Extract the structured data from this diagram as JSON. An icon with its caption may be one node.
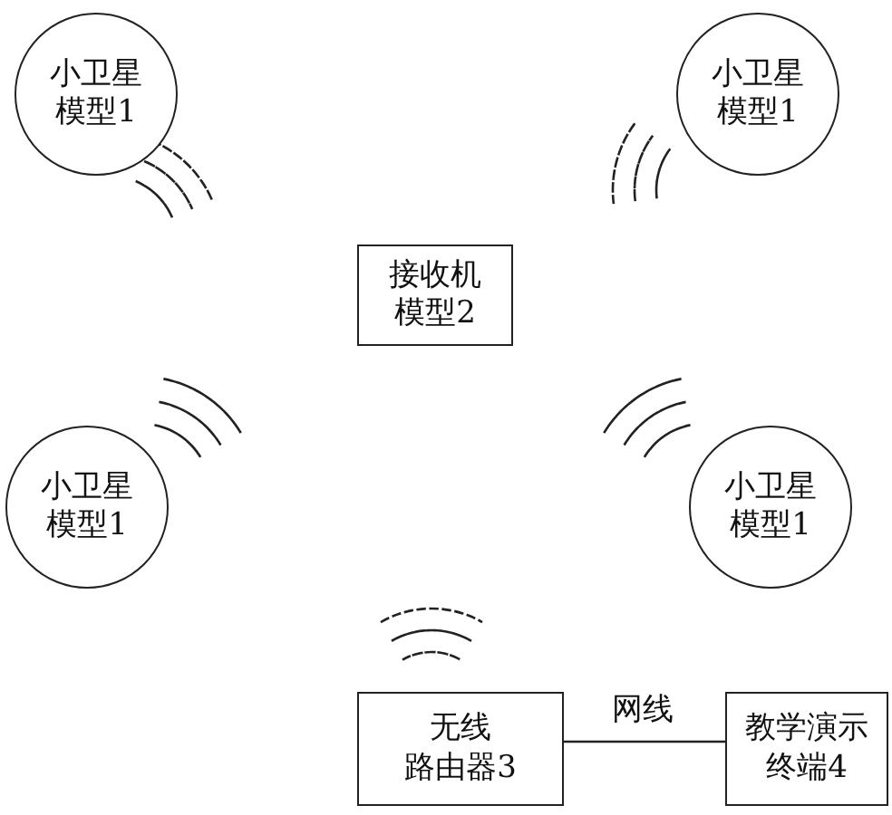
{
  "diagram": {
    "nodes": [
      {
        "text": [
          "小卫星模型1"
        ]
      },
      {
        "text": [
          "小卫星模型1"
        ]
      },
      {
        "text": [
          "接收机模型2"
        ]
      },
      {
        "text": [
          "小卫星模型1"
        ]
      },
      {
        "text": [
          "小卫星模型1"
        ]
      },
      {
        "text": [
          "无线路由器3"
        ]
      },
      {
        "text": [
          "教学演示终端4"
        ]
      }
    ],
    "edges": [
      {
        "from": 5,
        "to": 6,
        "arrow": "none",
        "label": "网线"
      }
    ]
  }
}
